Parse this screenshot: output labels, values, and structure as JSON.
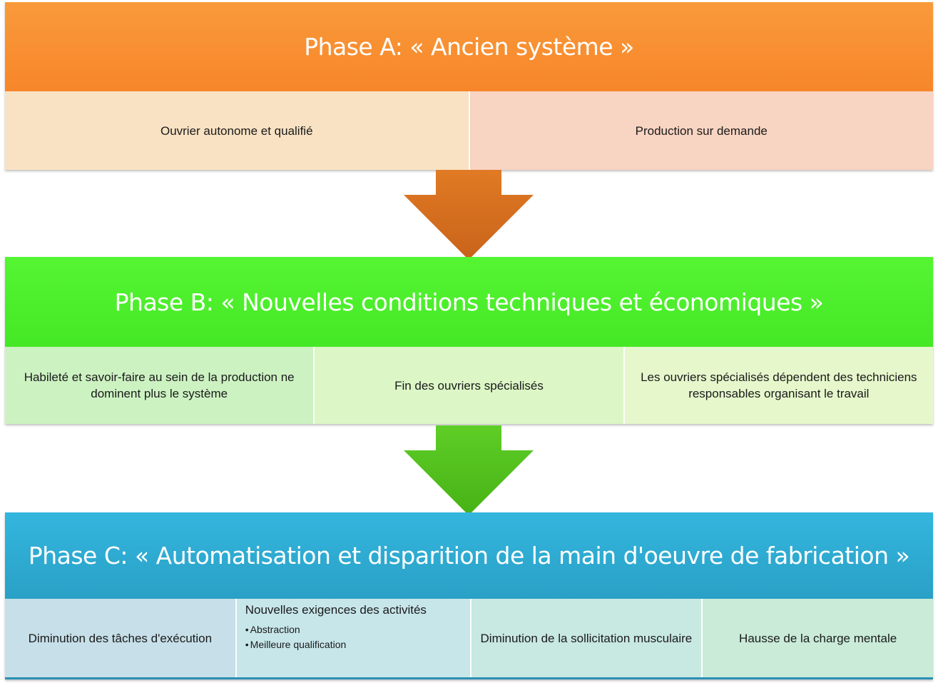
{
  "phases": {
    "a": {
      "title": "Phase A: « Ancien système »",
      "cells": [
        "Ouvrier autonome et qualifié",
        "Production sur demande"
      ]
    },
    "b": {
      "title": "Phase B: « Nouvelles conditions techniques et économiques »",
      "cells": [
        "Habileté et savoir-faire au sein de la production ne dominent plus le système",
        "Fin des ouvriers spécialisés",
        "Les ouvriers spécialisés dépendent des techniciens responsables organisant le travail"
      ]
    },
    "c": {
      "title": "Phase C: « Automatisation et disparition de la main d'oeuvre de fabrication »",
      "cell1": "Diminution des tâches d'exécution",
      "cell2": {
        "title": "Nouvelles exigences des activités",
        "bullets": [
          "Abstraction",
          "Meilleure qualification"
        ]
      },
      "cell3": "Diminution de la sollicitation musculaire",
      "cell4": "Hausse de la charge mentale"
    }
  },
  "colors": {
    "phase_a": "#f7862a",
    "phase_b": "#45e826",
    "phase_c": "#2aa0c6",
    "arrow_1": "#d9711f",
    "arrow_2": "#52c01e"
  }
}
